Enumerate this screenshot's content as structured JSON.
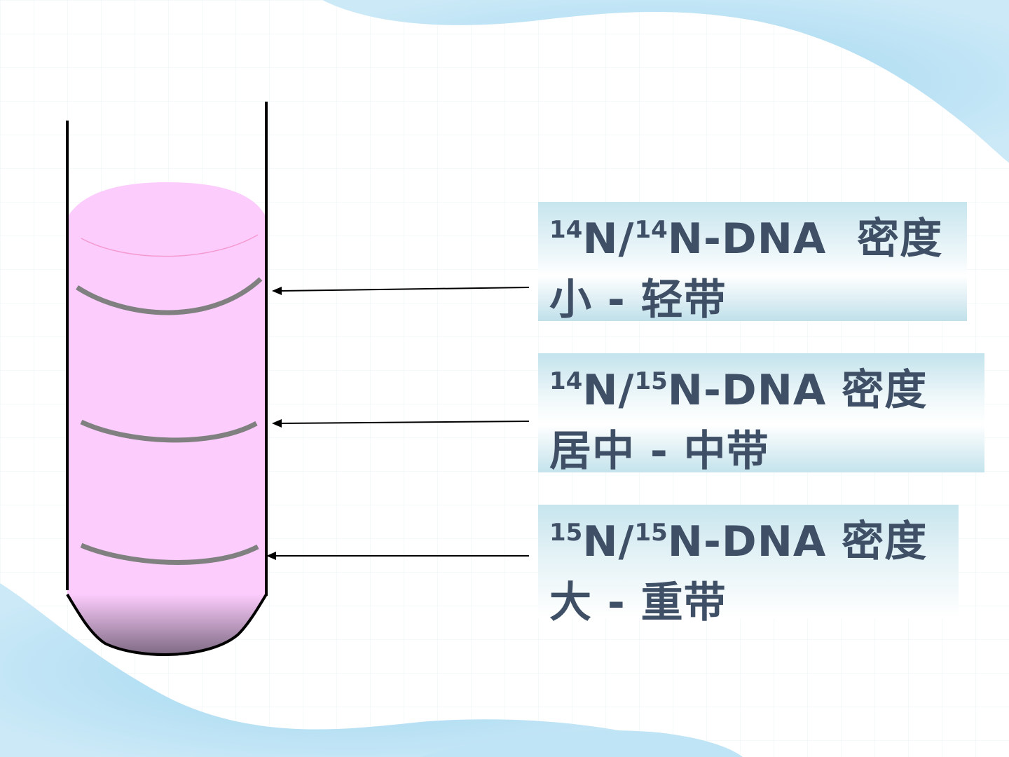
{
  "labels": [
    {
      "iso_a": "14",
      "sym_a": "N/",
      "iso_b": "14",
      "sym_b": "N-DNA",
      "word1": "密度",
      "line2": "小 - 轻带"
    },
    {
      "iso_a": "14",
      "sym_a": "N/",
      "iso_b": "15",
      "sym_b": "N-DNA",
      "word1": "密度",
      "line2": "居中 - 中带"
    },
    {
      "iso_a": "15",
      "sym_a": "N/",
      "iso_b": "15",
      "sym_b": "N-DNA",
      "word1": "密度",
      "line2": "大 - 重带"
    }
  ],
  "colors": {
    "liquid": "#fcccfc",
    "band": "#808080",
    "text": "#3e4f66",
    "decor_blue": "#aadcf2"
  }
}
